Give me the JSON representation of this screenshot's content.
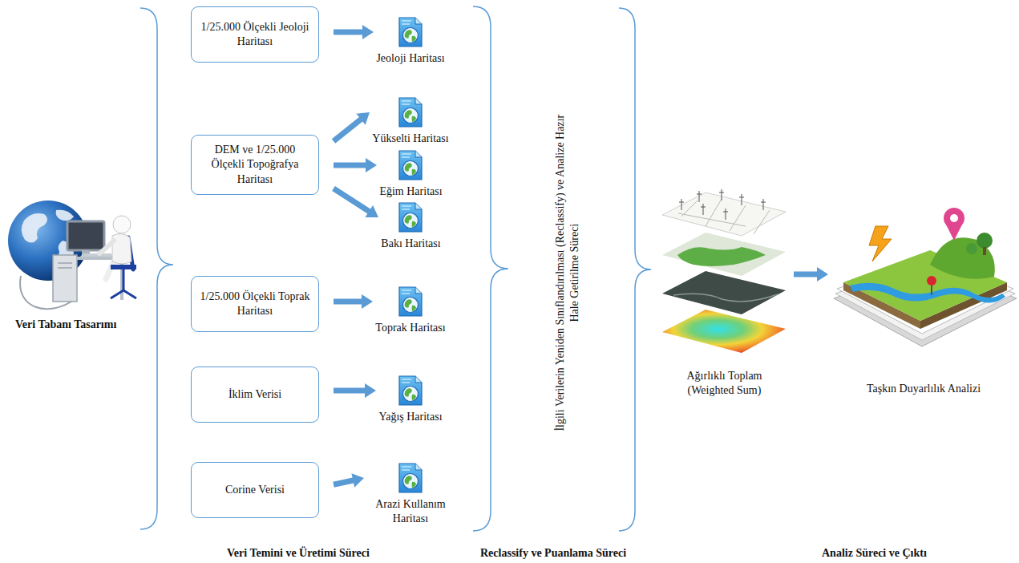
{
  "diagram": {
    "nodes": [
      {
        "text": [
          "1/25.000 Ölçekli Jeoloji Haritası"
        ]
      },
      {
        "text": [
          "Jeoloji Haritası"
        ]
      },
      {
        "text": [
          "DEM ve 1/25.000 Ölçekli Topoğrafya Haritası"
        ]
      },
      {
        "text": [
          "Yükselti Haritası"
        ]
      },
      {
        "text": [
          "Eğim Haritası"
        ]
      },
      {
        "text": [
          "Bakı Haritası"
        ]
      },
      {
        "text": [
          "1/25.000 Ölçekli Toprak Haritası"
        ]
      },
      {
        "text": [
          "Toprak Haritası"
        ]
      },
      {
        "text": [
          "İklim Verisi"
        ]
      },
      {
        "text": [
          "Yağış Haritası"
        ]
      },
      {
        "text": [
          "Corine Verisi"
        ]
      },
      {
        "text": [
          "Arazi Kullanım Haritası"
        ]
      },
      {
        "text": [
          "Ağırlıklı Toplam (Weighted Sum)"
        ]
      },
      {
        "text": [
          "Taşkın Duyarlılık Analizi"
        ]
      }
    ],
    "edges": [
      {
        "from": 0,
        "to": 1,
        "arrow": "to"
      },
      {
        "from": 2,
        "to": 3,
        "arrow": "to"
      },
      {
        "from": 2,
        "to": 4,
        "arrow": "to"
      },
      {
        "from": 2,
        "to": 5,
        "arrow": "to"
      },
      {
        "from": 6,
        "to": 7,
        "arrow": "to"
      },
      {
        "from": 8,
        "to": 9,
        "arrow": "to"
      },
      {
        "from": 10,
        "to": 11,
        "arrow": "to"
      },
      {
        "from": 12,
        "to": 13,
        "arrow": "to"
      }
    ],
    "labels": [
      "Veri Tabanı Tasarımı",
      "İlgili Verilerin Yeniden Sınıflandırılması (Reclassify) ve Analize Hazır Hale Getirilme Süreci",
      "Veri Temini ve Üretimi Süreci",
      "Reclassify ve Puanlama Süreci",
      "Analiz Süreci ve Çıktı"
    ]
  }
}
